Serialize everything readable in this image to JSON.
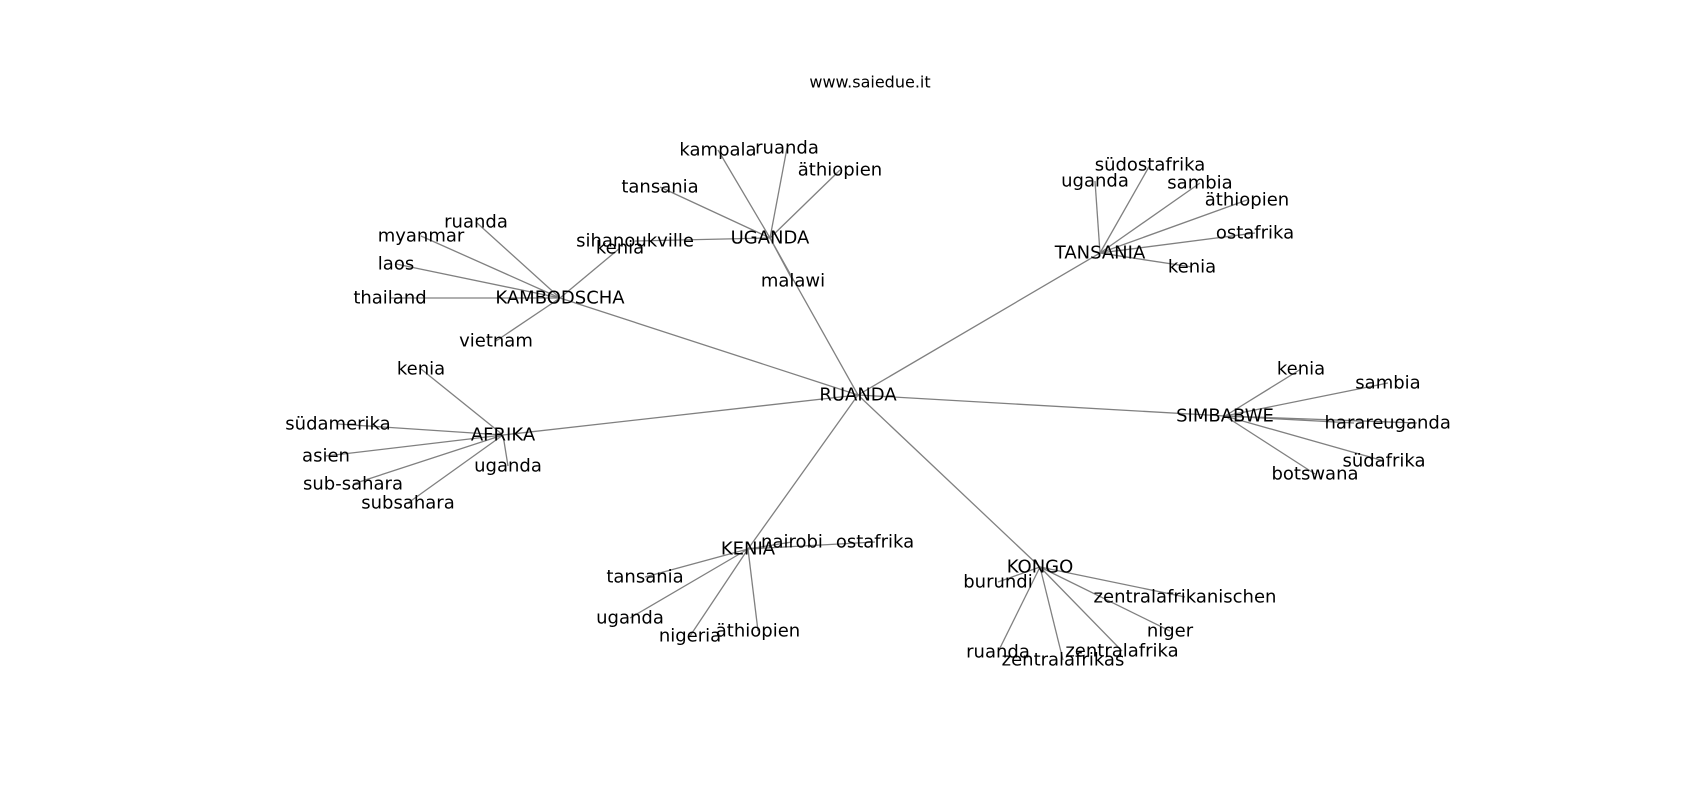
{
  "title": "www.saiedue.it",
  "graph": {
    "center": "RUANDA",
    "hubs": [
      {
        "name": "UGANDA",
        "leaves": [
          "kampala",
          "ruanda",
          "äthiopien",
          "tansania",
          "sihanoukville",
          "malawi"
        ]
      },
      {
        "name": "KAMBODSCHA",
        "leaves": [
          "ruanda",
          "myanmar",
          "laos",
          "thailand",
          "vietnam",
          "kenia"
        ]
      },
      {
        "name": "TANSANIA",
        "leaves": [
          "südostafrika",
          "uganda",
          "sambia",
          "äthiopien",
          "ostafrika",
          "kenia"
        ]
      },
      {
        "name": "AFRIKA",
        "leaves": [
          "kenia",
          "südamerika",
          "asien",
          "sub-sahara",
          "subsahara",
          "uganda"
        ]
      },
      {
        "name": "SIMBABWE",
        "leaves": [
          "kenia",
          "sambia",
          "harare",
          "uganda",
          "südafrika",
          "botswana"
        ]
      },
      {
        "name": "KENIA",
        "leaves": [
          "nairobi",
          "ostafrika",
          "tansania",
          "uganda",
          "nigeria",
          "äthiopien"
        ]
      },
      {
        "name": "KONGO",
        "leaves": [
          "burundi",
          "zentralafrikanischen",
          "niger",
          "ruanda",
          "zentralafrikas",
          "zentralafrika"
        ]
      }
    ]
  }
}
